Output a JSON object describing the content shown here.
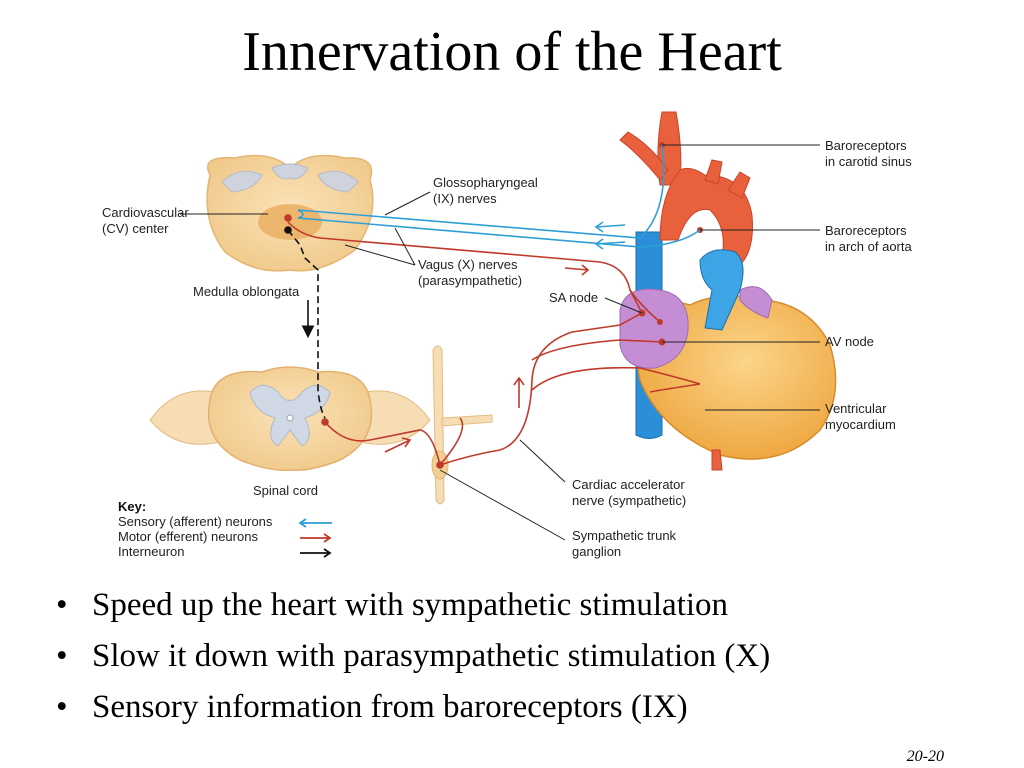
{
  "slide": {
    "title": "Innervation of the Heart",
    "page_number": "20-20"
  },
  "diagram": {
    "labels": {
      "cv_center": [
        "Cardiovascular",
        "(CV) center"
      ],
      "glossopharyngeal": [
        "Glossopharyngeal",
        "(IX) nerves"
      ],
      "vagus": [
        "Vagus (X) nerves",
        "(parasympathetic)"
      ],
      "medulla": "Medulla oblongata",
      "spinal_cord": "Spinal cord",
      "baro_carotid": [
        "Baroreceptors",
        "in carotid sinus"
      ],
      "baro_aorta": [
        "Baroreceptors",
        "in arch of aorta"
      ],
      "sa_node": "SA node",
      "av_node": "AV node",
      "ventricular": [
        "Ventricular",
        "myocardium"
      ],
      "cardiac_accel": [
        "Cardiac accelerator",
        "nerve (sympathetic)"
      ],
      "symp_trunk": [
        "Sympathetic trunk",
        "ganglion"
      ]
    },
    "key": {
      "title": "Key:",
      "sensory": "Sensory (afferent) neurons",
      "motor": "Motor (efferent) neurons",
      "interneuron": "Interneuron"
    },
    "colors": {
      "sensory": "#2e9fd6",
      "motor": "#c0392b",
      "interneuron": "#111111",
      "aorta": "#e8603c",
      "vena_cava": "#2a8fd8",
      "heart": "#f5b04a",
      "atrium": "#c58ed4"
    }
  },
  "bullets": [
    "Speed up the heart with sympathetic stimulation",
    "Slow it down with parasympathetic stimulation (X)",
    "Sensory information from baroreceptors (IX)"
  ]
}
